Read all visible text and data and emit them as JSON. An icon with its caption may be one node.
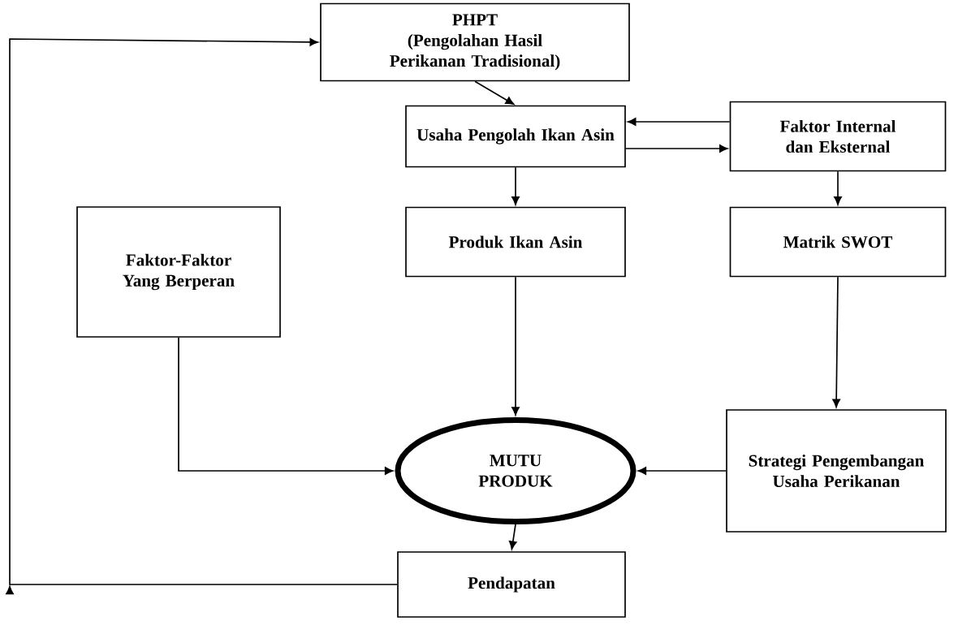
{
  "diagram": {
    "nodes": [
      {
        "text": [
          "PHPT",
          "(Pengolahan Hasil Perikanan Tradisional)"
        ]
      },
      {
        "text": [
          "Usaha Pengolah Ikan Asin"
        ]
      },
      {
        "text": [
          "Faktor Internal dan Eksternal"
        ]
      },
      {
        "text": [
          "Faktor-Faktor Yang Berperan"
        ]
      },
      {
        "text": [
          "Produk Ikan Asin"
        ]
      },
      {
        "text": [
          "Matrik SWOT"
        ]
      },
      {
        "text": [
          "MUTU PRODUK"
        ]
      },
      {
        "text": [
          "Strategi Pengembangan Usaha Perikanan"
        ]
      },
      {
        "text": [
          "Pendapatan"
        ]
      }
    ],
    "edges": [
      {
        "from": 0,
        "to": 1,
        "arrow": "to"
      },
      {
        "from": 2,
        "to": 1,
        "arrow": "to"
      },
      {
        "from": 1,
        "to": 2,
        "arrow": "to"
      },
      {
        "from": 1,
        "to": 4,
        "arrow": "to"
      },
      {
        "from": 2,
        "to": 5,
        "arrow": "to"
      },
      {
        "from": 5,
        "to": 7,
        "arrow": "to"
      },
      {
        "from": 4,
        "to": 6,
        "arrow": "to"
      },
      {
        "from": 3,
        "to": 6,
        "arrow": "to"
      },
      {
        "from": 7,
        "to": 6,
        "arrow": "to"
      },
      {
        "from": 6,
        "to": 8,
        "arrow": "to"
      },
      {
        "from": 8,
        "to": 0,
        "arrow": "to"
      }
    ]
  }
}
